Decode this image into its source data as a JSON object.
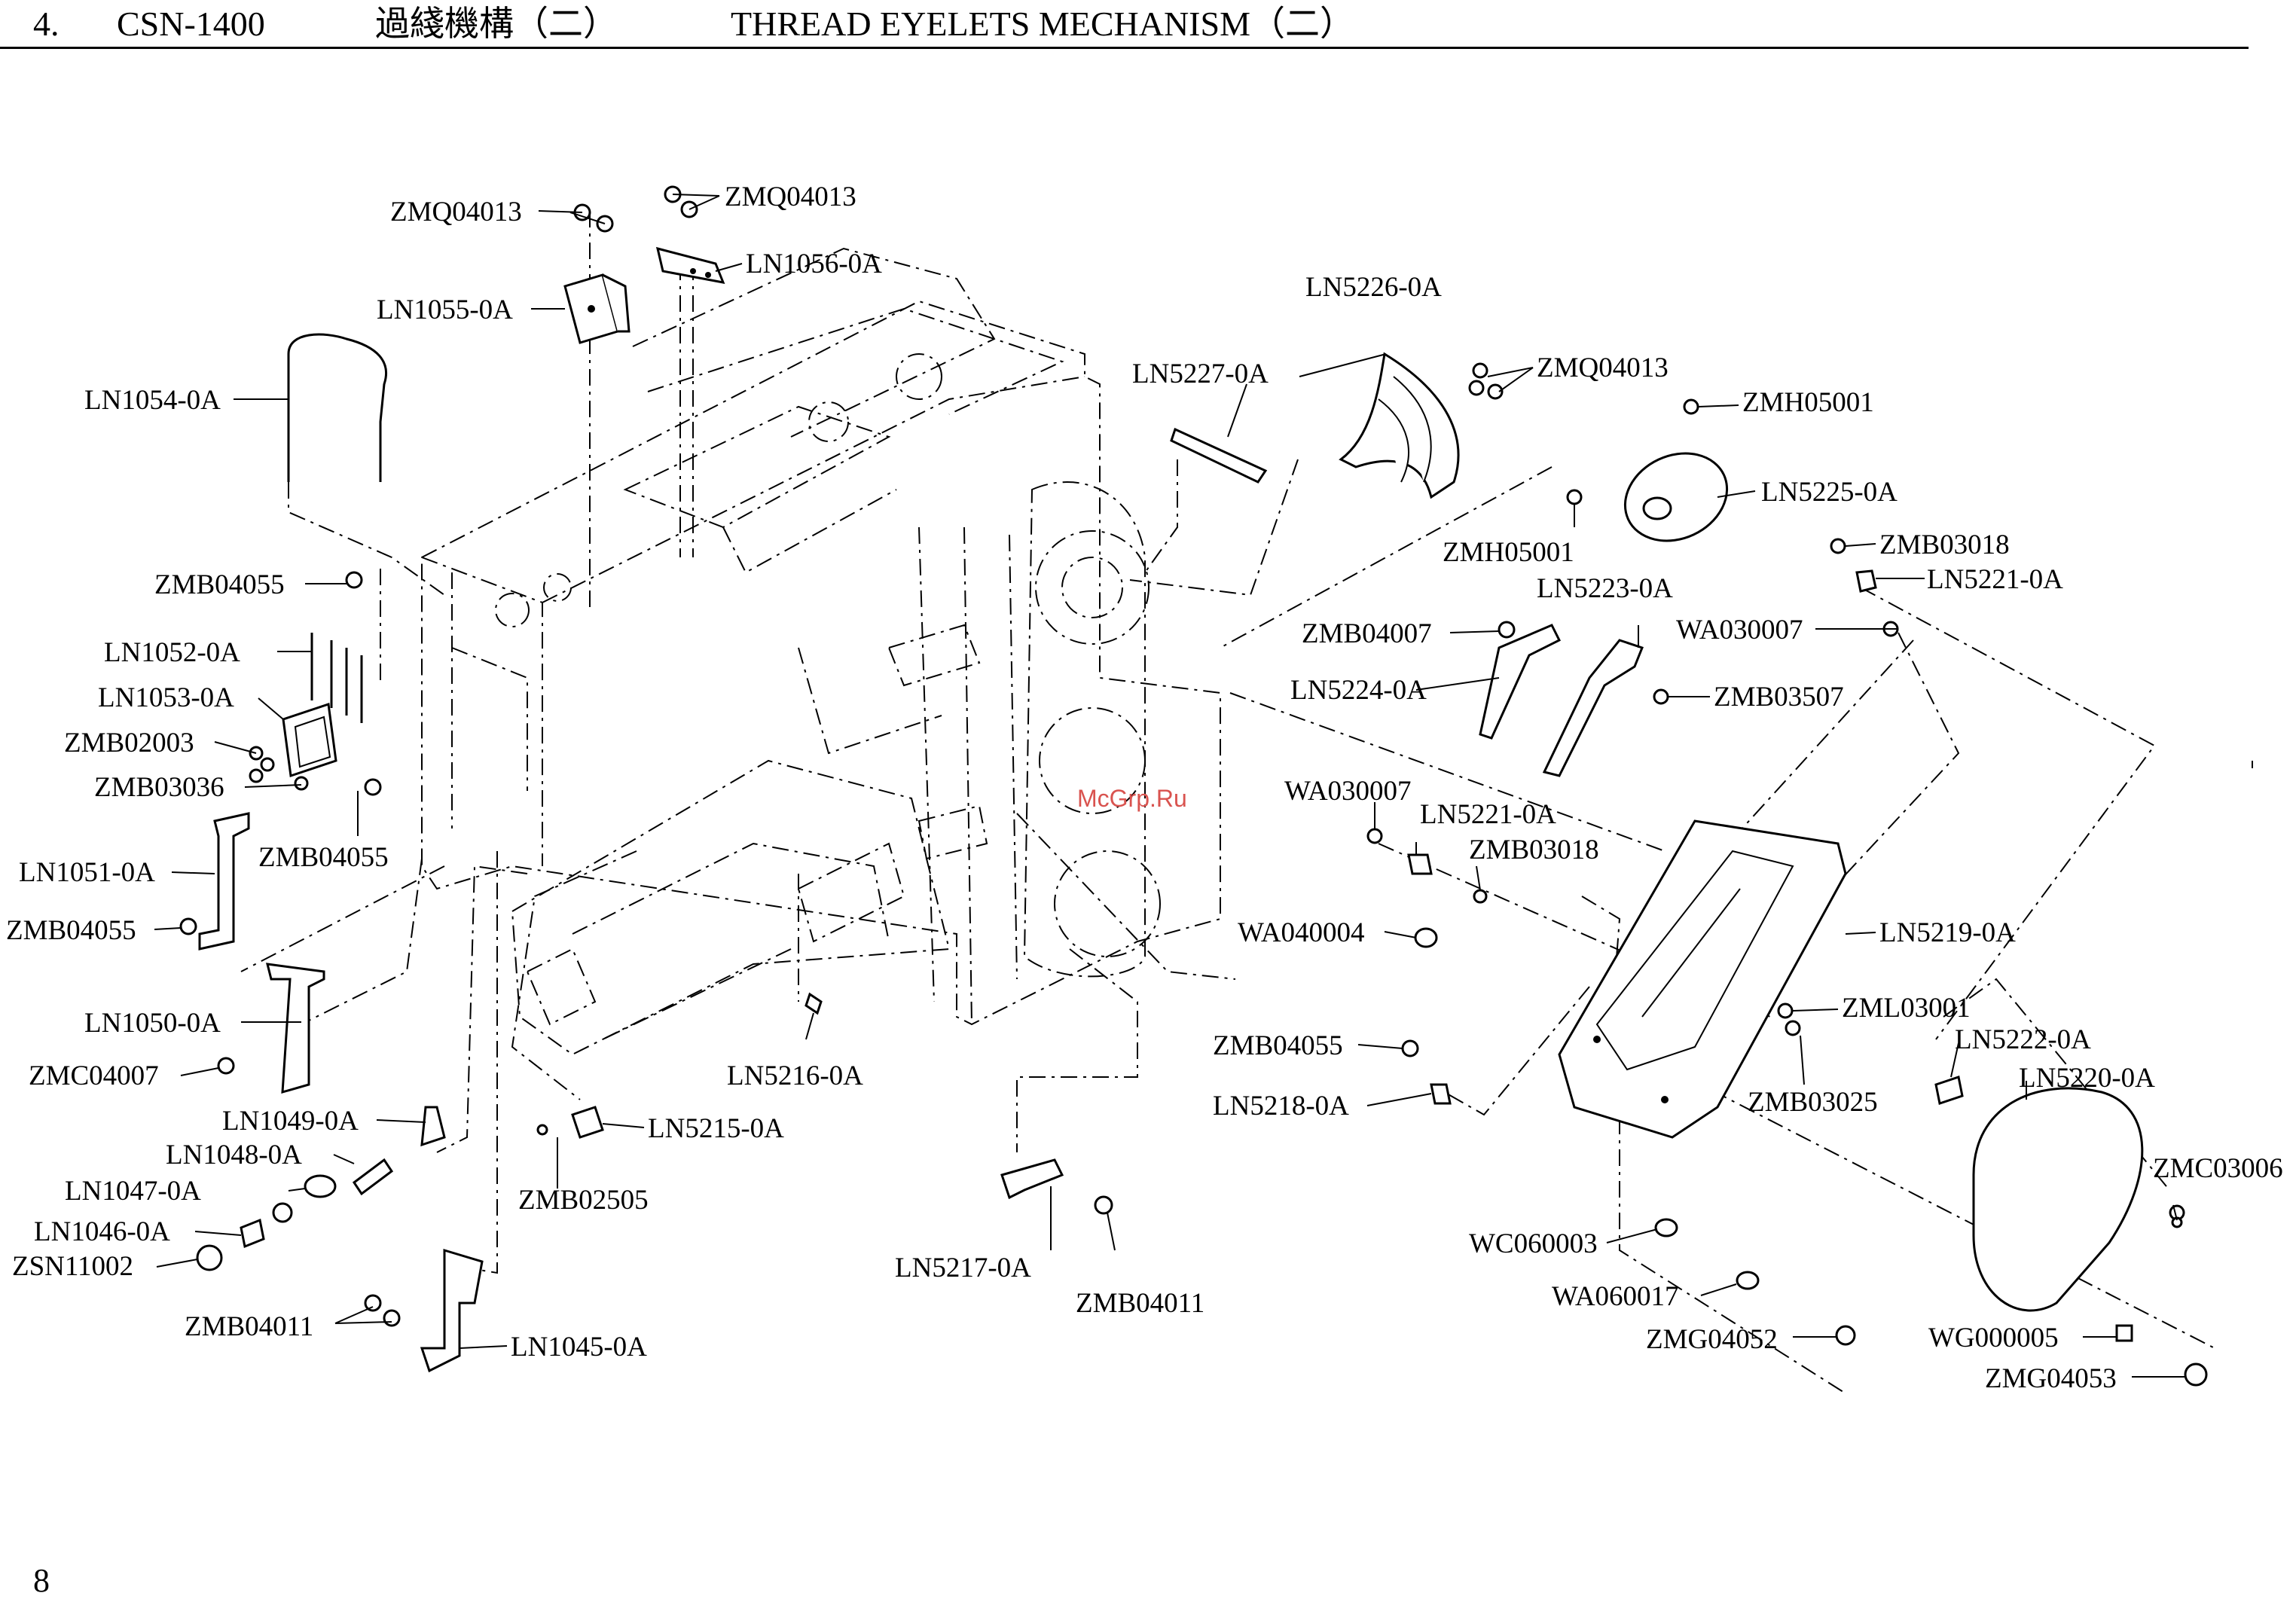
{
  "header": {
    "section_number": "4.",
    "model": "CSN-1400",
    "title_cn": "過綫機構（二）",
    "title_en": "THREAD EYELETS MECHANISM（二）"
  },
  "page_number": "8",
  "watermark": "McGrp.Ru",
  "callouts": [
    {
      "id": "zmq04013-a",
      "label": "ZMQ04013"
    },
    {
      "id": "zmq04013-b",
      "label": "ZMQ04013"
    },
    {
      "id": "ln1056",
      "label": "LN1056-0A"
    },
    {
      "id": "ln1055",
      "label": "LN1055-0A"
    },
    {
      "id": "ln1054",
      "label": "LN1054-0A"
    },
    {
      "id": "ln5226",
      "label": "LN5226-0A"
    },
    {
      "id": "ln5227",
      "label": "LN5227-0A"
    },
    {
      "id": "zmq04013-c",
      "label": "ZMQ04013"
    },
    {
      "id": "zmh05001-a",
      "label": "ZMH05001"
    },
    {
      "id": "ln5225",
      "label": "LN5225-0A"
    },
    {
      "id": "zmh05001-b",
      "label": "ZMH05001"
    },
    {
      "id": "zmb03018-a",
      "label": "ZMB03018"
    },
    {
      "id": "ln5221-a",
      "label": "LN5221-0A"
    },
    {
      "id": "ln5223",
      "label": "LN5223-0A"
    },
    {
      "id": "wa030007-a",
      "label": "WA030007"
    },
    {
      "id": "zmb04007",
      "label": "ZMB04007"
    },
    {
      "id": "ln5224",
      "label": "LN5224-0A"
    },
    {
      "id": "zmb03507",
      "label": "ZMB03507"
    },
    {
      "id": "zmb04055-a",
      "label": "ZMB04055"
    },
    {
      "id": "ln1052",
      "label": "LN1052-0A"
    },
    {
      "id": "ln1053",
      "label": "LN1053-0A"
    },
    {
      "id": "zmb02003",
      "label": "ZMB02003"
    },
    {
      "id": "zmb03036",
      "label": "ZMB03036"
    },
    {
      "id": "zmb04055-b",
      "label": "ZMB04055"
    },
    {
      "id": "ln1051",
      "label": "LN1051-0A"
    },
    {
      "id": "zmb04055-c",
      "label": "ZMB04055"
    },
    {
      "id": "wa030007-b",
      "label": "WA030007"
    },
    {
      "id": "ln5221-b",
      "label": "LN5221-0A"
    },
    {
      "id": "zmb03018-b",
      "label": "ZMB03018"
    },
    {
      "id": "wa040004",
      "label": "WA040004"
    },
    {
      "id": "ln5219",
      "label": "LN5219-0A"
    },
    {
      "id": "ln1050",
      "label": "LN1050-0A"
    },
    {
      "id": "zmc04007",
      "label": "ZMC04007"
    },
    {
      "id": "zml03001",
      "label": "ZML03001"
    },
    {
      "id": "zmb04055-d",
      "label": "ZMB04055"
    },
    {
      "id": "ln5222",
      "label": "LN5222-0A"
    },
    {
      "id": "ln5220",
      "label": "LN5220-0A"
    },
    {
      "id": "ln5216",
      "label": "LN5216-0A"
    },
    {
      "id": "ln5218",
      "label": "LN5218-0A"
    },
    {
      "id": "zmb03025",
      "label": "ZMB03025"
    },
    {
      "id": "ln1049",
      "label": "LN1049-0A"
    },
    {
      "id": "ln5215",
      "label": "LN5215-0A"
    },
    {
      "id": "ln1048",
      "label": "LN1048-0A"
    },
    {
      "id": "zmc03006",
      "label": "ZMC03006"
    },
    {
      "id": "ln1047",
      "label": "LN1047-0A"
    },
    {
      "id": "zmb02505",
      "label": "ZMB02505"
    },
    {
      "id": "ln1046",
      "label": "LN1046-0A"
    },
    {
      "id": "wc060003",
      "label": "WC060003"
    },
    {
      "id": "zsn11002",
      "label": "ZSN11002"
    },
    {
      "id": "ln5217",
      "label": "LN5217-0A"
    },
    {
      "id": "zmb04011-a",
      "label": "ZMB04011"
    },
    {
      "id": "wa060017",
      "label": "WA060017"
    },
    {
      "id": "zmb04011-b",
      "label": "ZMB04011"
    },
    {
      "id": "zmg04052",
      "label": "ZMG04052"
    },
    {
      "id": "wg000005",
      "label": "WG000005"
    },
    {
      "id": "ln1045",
      "label": "LN1045-0A"
    },
    {
      "id": "zmg04053",
      "label": "ZMG04053"
    }
  ]
}
